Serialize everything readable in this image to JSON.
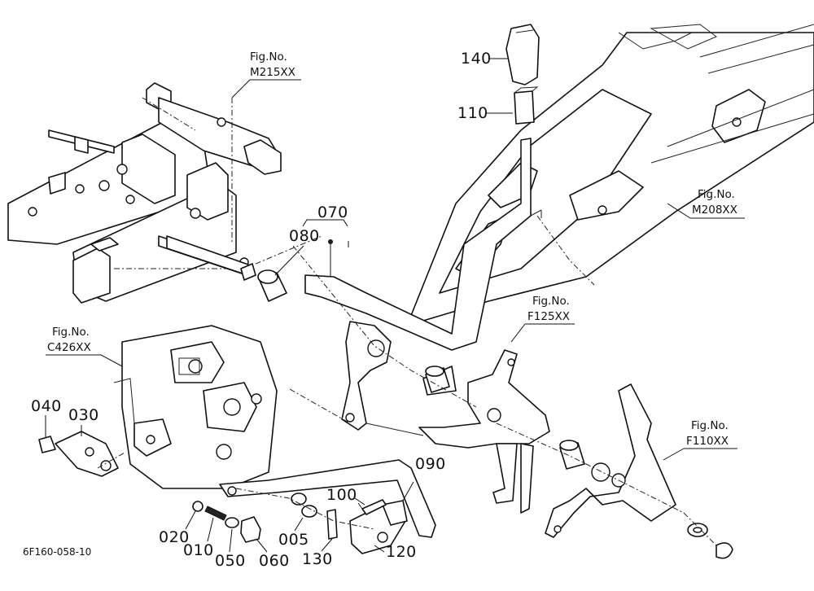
{
  "figure_refs": {
    "m215": {
      "line1": "Fig.No.",
      "line2": "M215XX"
    },
    "m208": {
      "line1": "Fig.No.",
      "line2": "M208XX"
    },
    "f125": {
      "line1": "Fig.No.",
      "line2": "F125XX"
    },
    "c426": {
      "line1": "Fig.No.",
      "line2": "C426XX"
    },
    "f110": {
      "line1": "Fig.No.",
      "line2": "F110XX"
    }
  },
  "parts": {
    "p140": "140",
    "p110": "110",
    "p070": "070",
    "p080": "080",
    "p040": "040",
    "p030": "030",
    "p090": "090",
    "p100": "100",
    "p020": "020",
    "p010": "010",
    "p050": "050",
    "p060": "060",
    "p005": "005",
    "p130": "130",
    "p120": "120"
  },
  "drawing_code": "6F160-058-10"
}
